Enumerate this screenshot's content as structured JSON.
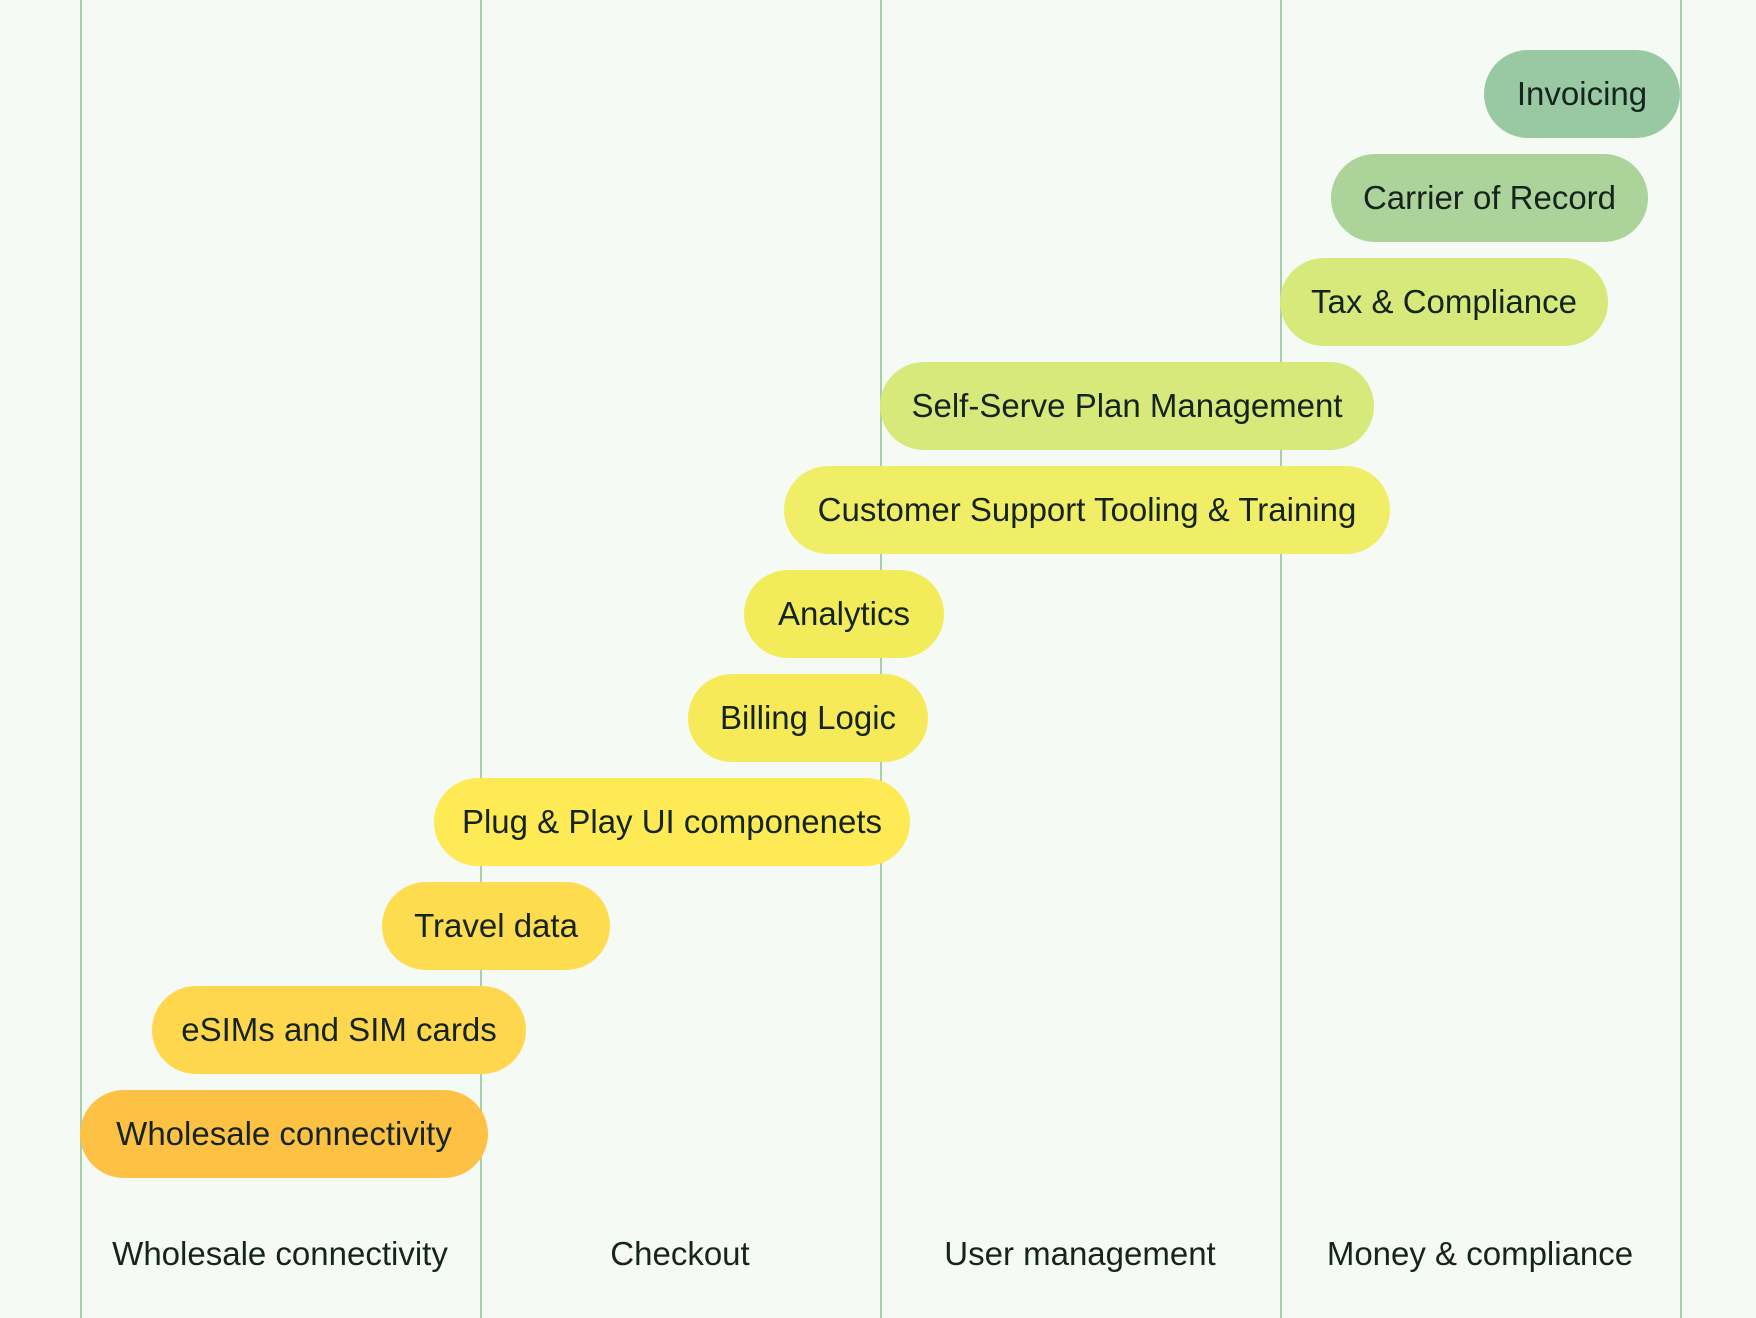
{
  "columns": [
    {
      "label": "Wholesale connectivity"
    },
    {
      "label": "Checkout"
    },
    {
      "label": "User management"
    },
    {
      "label": "Money & compliance"
    }
  ],
  "capabilities": [
    {
      "label": "Invoicing",
      "color": "#98c9a2"
    },
    {
      "label": "Carrier of Record",
      "color": "#acd399"
    },
    {
      "label": "Tax & Compliance",
      "color": "#d6e97a"
    },
    {
      "label": "Self-Serve Plan Management",
      "color": "#d6e97a"
    },
    {
      "label": "Customer Support Tooling & Training",
      "color": "#f0ee66"
    },
    {
      "label": "Analytics",
      "color": "#f2ec5a"
    },
    {
      "label": "Billing Logic",
      "color": "#f7ea58"
    },
    {
      "label": "Plug & Play UI componenets",
      "color": "#fdea55"
    },
    {
      "label": "Travel data",
      "color": "#fedc4f"
    },
    {
      "label": "eSIMs and SIM cards",
      "color": "#fed74e"
    },
    {
      "label": "Wholesale connectivity",
      "color": "#fdc144"
    }
  ],
  "colors": {
    "background": "#f5faf5",
    "divider": "#a7cfae",
    "text": "#16241f"
  }
}
